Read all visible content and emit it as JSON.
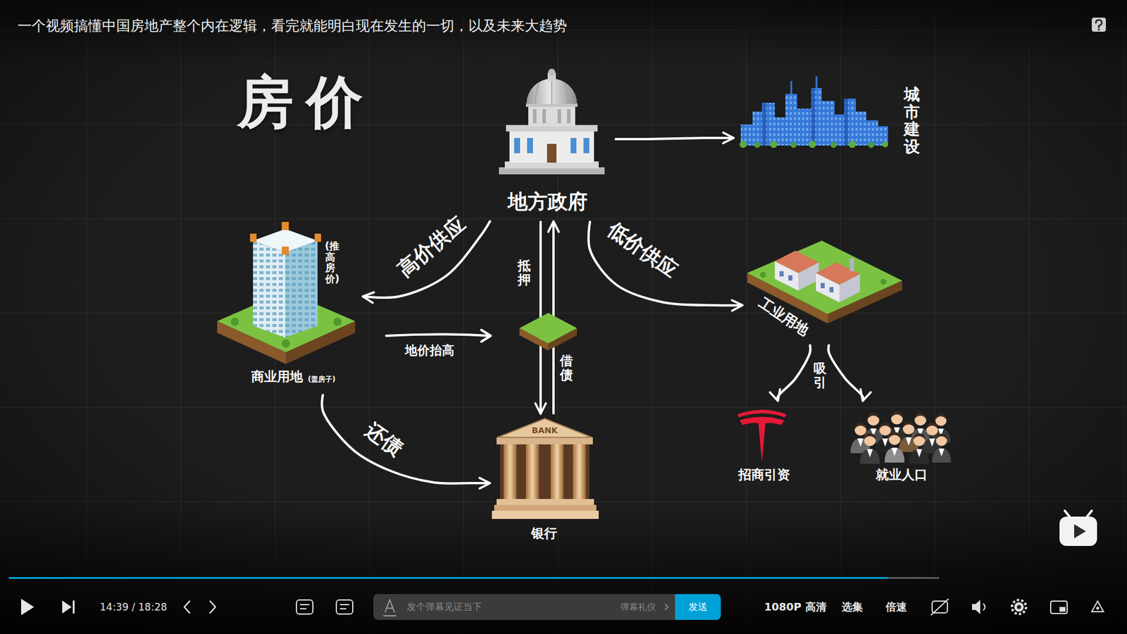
{
  "diagram": {
    "title": "房价",
    "nodes": [
      {
        "text": [
          "地方政府"
        ]
      },
      {
        "text": [
          "城市建设"
        ]
      },
      {
        "text": [
          "商业用地",
          "(盖房子)",
          "(推高房价)"
        ]
      },
      {
        "text": [
          "工业用地"
        ]
      },
      {
        "text": [
          "招商引资"
        ]
      },
      {
        "text": [
          "就业人口"
        ]
      },
      {
        "text": [
          "银行"
        ]
      }
    ],
    "edges": [
      {
        "from": 0,
        "to": 1,
        "arrow": "to"
      },
      {
        "from": 0,
        "to": 2,
        "label": "高价供应",
        "arrow": "to"
      },
      {
        "from": 0,
        "to": 3,
        "label": "低价供应",
        "arrow": "to"
      },
      {
        "from": 0,
        "to": 6,
        "label": "抵押",
        "arrow": "to"
      },
      {
        "from": 6,
        "to": 0,
        "label": "借债",
        "arrow": "to"
      },
      {
        "from": 2,
        "to": 6,
        "label": "还债",
        "arrow": "to"
      },
      {
        "from": 3,
        "to": 4,
        "arrow": "to"
      },
      {
        "from": 3,
        "to": 5,
        "arrow": "to"
      }
    ],
    "labels": [
      "一个视频搞懂中国房地产整个内在逻辑，看完就能明白现在发生的一切，以及未来大趋势",
      "地价抬高",
      "吸引",
      "BANK",
      "14:39 / 18:28",
      "发个弹幕见证当下",
      "弹幕礼仪",
      "发送",
      "1080P 高清",
      "选集",
      "倍速"
    ]
  }
}
